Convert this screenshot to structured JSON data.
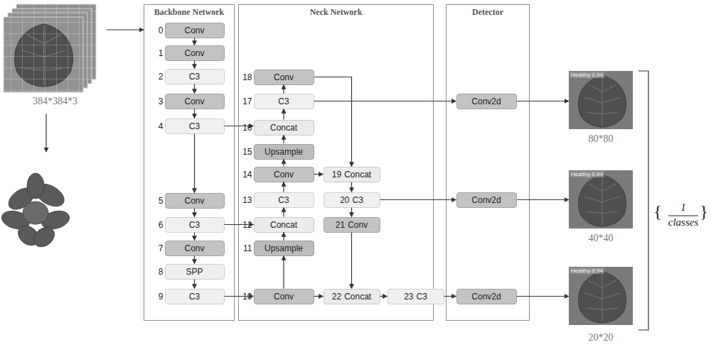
{
  "diagram": {
    "nodes": [
      {
        "text": [
          "384*384*3"
        ]
      },
      {
        "text": [
          "Backbone Network"
        ]
      },
      {
        "text": [
          "0",
          "Conv"
        ],
        "in": 1
      },
      {
        "text": [
          "1",
          "Conv"
        ],
        "in": 1
      },
      {
        "text": [
          "2",
          "C3"
        ],
        "in": 1
      },
      {
        "text": [
          "3",
          "Conv"
        ],
        "in": 1
      },
      {
        "text": [
          "4",
          "C3"
        ],
        "in": 1
      },
      {
        "text": [
          "5",
          "Conv"
        ],
        "in": 1
      },
      {
        "text": [
          "6",
          "C3"
        ],
        "in": 1
      },
      {
        "text": [
          "7",
          "Conv"
        ],
        "in": 1
      },
      {
        "text": [
          "8",
          "SPP"
        ],
        "in": 1
      },
      {
        "text": [
          "9",
          "C3"
        ],
        "in": 1
      },
      {
        "text": [
          "Neck Network"
        ]
      },
      {
        "text": [
          "10",
          "Conv"
        ],
        "in": 12
      },
      {
        "text": [
          "11",
          "Upsample"
        ],
        "in": 12
      },
      {
        "text": [
          "12",
          "Concat"
        ],
        "in": 12
      },
      {
        "text": [
          "13",
          "C3"
        ],
        "in": 12
      },
      {
        "text": [
          "14",
          "Conv"
        ],
        "in": 12
      },
      {
        "text": [
          "15",
          "Upsample"
        ],
        "in": 12
      },
      {
        "text": [
          "16",
          "Concat"
        ],
        "in": 12
      },
      {
        "text": [
          "17",
          "C3"
        ],
        "in": 12
      },
      {
        "text": [
          "18",
          "Conv"
        ],
        "in": 12
      },
      {
        "text": [
          "19",
          "Concat"
        ],
        "in": 12
      },
      {
        "text": [
          "20",
          "C3"
        ],
        "in": 12
      },
      {
        "text": [
          "21",
          "Conv"
        ],
        "in": 12
      },
      {
        "text": [
          "22",
          "Concat"
        ],
        "in": 12
      },
      {
        "text": [
          "23",
          "C3"
        ],
        "in": 12
      },
      {
        "text": [
          "Detector"
        ]
      },
      {
        "text": [
          "Conv2d"
        ],
        "in": 27
      },
      {
        "text": [
          "Conv2d"
        ],
        "in": 27
      },
      {
        "text": [
          "Conv2d"
        ],
        "in": 27
      },
      {
        "text": [
          "Healthy 0.94",
          "80*80"
        ]
      },
      {
        "text": [
          "Healthy 0.94",
          "40*40"
        ]
      },
      {
        "text": [
          "Healthy 0.94",
          "20*20"
        ]
      }
    ],
    "edges": [
      {
        "from": 0,
        "to": 1,
        "arrow": "to"
      },
      {
        "from": 2,
        "to": 3,
        "arrow": "to"
      },
      {
        "from": 3,
        "to": 4,
        "arrow": "to"
      },
      {
        "from": 4,
        "to": 5,
        "arrow": "to"
      },
      {
        "from": 5,
        "to": 6,
        "arrow": "to"
      },
      {
        "from": 6,
        "to": 7,
        "arrow": "to"
      },
      {
        "from": 7,
        "to": 8,
        "arrow": "to"
      },
      {
        "from": 8,
        "to": 9,
        "arrow": "to"
      },
      {
        "from": 9,
        "to": 10,
        "arrow": "to"
      },
      {
        "from": 10,
        "to": 11,
        "arrow": "to"
      },
      {
        "from": 11,
        "to": 13,
        "arrow": "to"
      },
      {
        "from": 13,
        "to": 14,
        "arrow": "to"
      },
      {
        "from": 14,
        "to": 15,
        "arrow": "to"
      },
      {
        "from": 8,
        "to": 15,
        "arrow": "to"
      },
      {
        "from": 15,
        "to": 16,
        "arrow": "to"
      },
      {
        "from": 16,
        "to": 17,
        "arrow": "to"
      },
      {
        "from": 17,
        "to": 18,
        "arrow": "to"
      },
      {
        "from": 18,
        "to": 19,
        "arrow": "to"
      },
      {
        "from": 6,
        "to": 19,
        "arrow": "to"
      },
      {
        "from": 19,
        "to": 20,
        "arrow": "to"
      },
      {
        "from": 20,
        "to": 21,
        "arrow": "to"
      },
      {
        "from": 17,
        "to": 22,
        "arrow": "to"
      },
      {
        "from": 21,
        "to": 22,
        "arrow": "to"
      },
      {
        "from": 22,
        "to": 23,
        "arrow": "to"
      },
      {
        "from": 23,
        "to": 24,
        "arrow": "to"
      },
      {
        "from": 24,
        "to": 25,
        "arrow": "to"
      },
      {
        "from": 13,
        "to": 25,
        "arrow": "to"
      },
      {
        "from": 25,
        "to": 26,
        "arrow": "to"
      },
      {
        "from": 20,
        "to": 28,
        "arrow": "to"
      },
      {
        "from": 23,
        "to": 29,
        "arrow": "to"
      },
      {
        "from": 26,
        "to": 30,
        "arrow": "to"
      },
      {
        "from": 28,
        "to": 31,
        "arrow": "to"
      },
      {
        "from": 29,
        "to": 32,
        "arrow": "to"
      },
      {
        "from": 30,
        "to": 33,
        "arrow": "to"
      }
    ],
    "labels": [
      "{",
      "1",
      "classes",
      "}"
    ]
  }
}
